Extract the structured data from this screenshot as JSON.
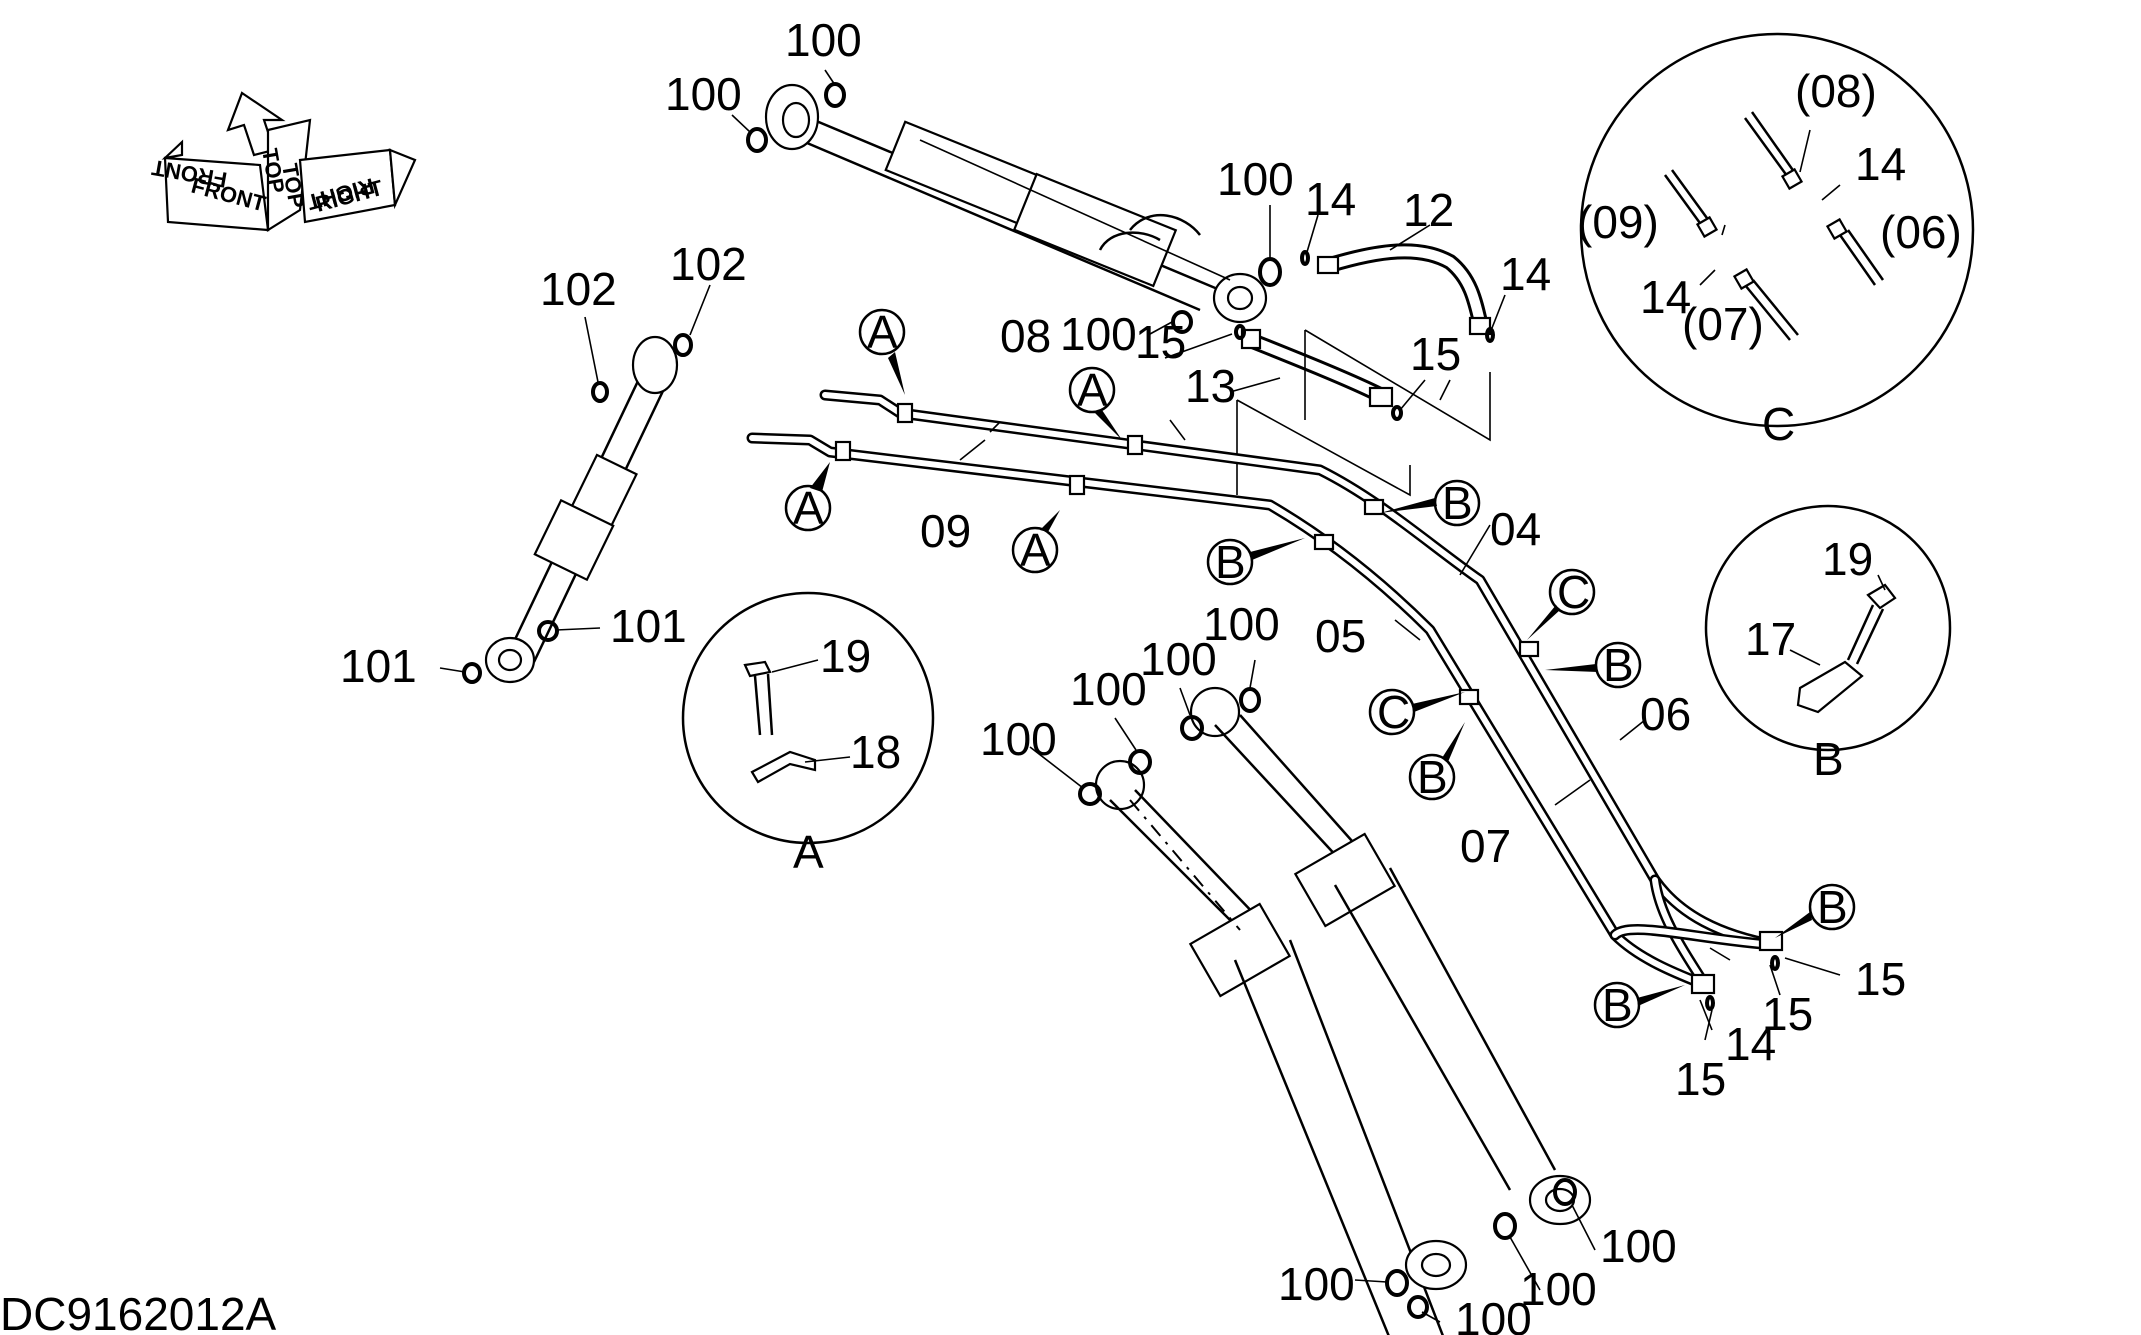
{
  "drawing_code": "DC9162012A",
  "orientation": {
    "top": "TOP",
    "front": "FRONT",
    "right": "RIGHT"
  },
  "callouts": {
    "n100": "100",
    "n101": "101",
    "n102": "102",
    "n12": "12",
    "n13": "13",
    "n14": "14",
    "n15": "15",
    "n17": "17",
    "n18": "18",
    "n19": "19",
    "n04": "04",
    "n05": "05",
    "n06": "06",
    "n07": "07",
    "n08": "08",
    "n09": "09",
    "p06": "(06)",
    "p07": "(07)",
    "p08": "(08)",
    "p09": "(09)"
  },
  "detail_refs": {
    "A": "A",
    "B": "B",
    "C": "C"
  }
}
